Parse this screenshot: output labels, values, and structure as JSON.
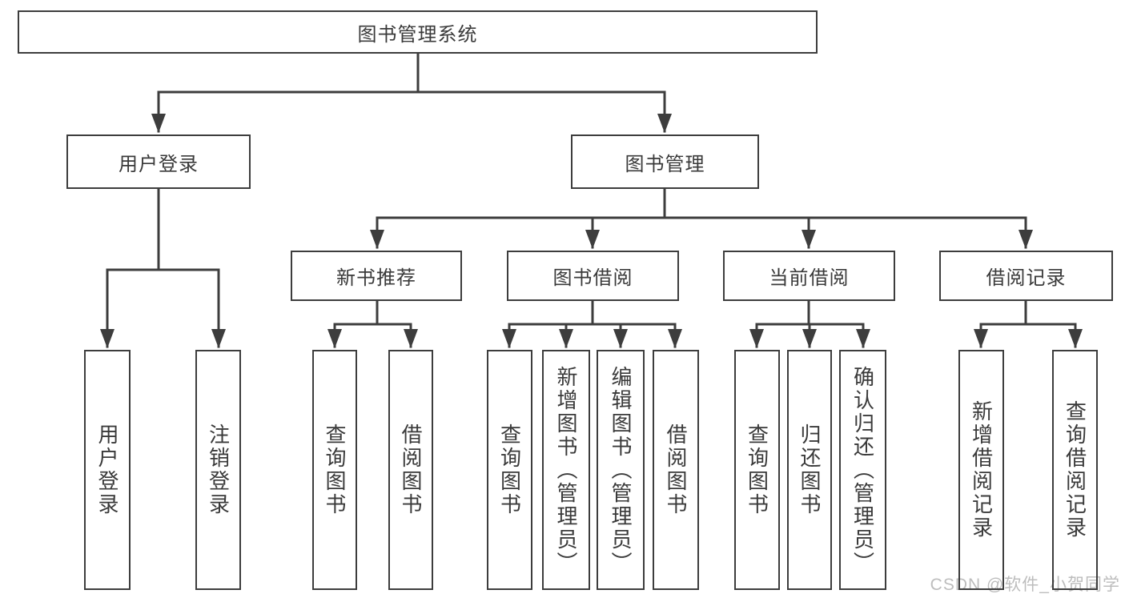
{
  "diagram": {
    "root": {
      "label": "图书管理系统"
    },
    "level2": [
      {
        "label": "用户登录"
      },
      {
        "label": "图书管理"
      }
    ],
    "level3": [
      {
        "label": "新书推荐"
      },
      {
        "label": "图书借阅"
      },
      {
        "label": "当前借阅"
      },
      {
        "label": "借阅记录"
      }
    ],
    "leaves": {
      "user_login": [
        {
          "label": "用户登录"
        },
        {
          "label": "注销登录"
        }
      ],
      "new_book_rec": [
        {
          "label": "查询图书"
        },
        {
          "label": "借阅图书"
        }
      ],
      "book_borrow": [
        {
          "label": "查询图书"
        },
        {
          "label": "新增图书（管理员）"
        },
        {
          "label": "编辑图书（管理员）"
        },
        {
          "label": "借阅图书"
        }
      ],
      "current_borrow": [
        {
          "label": "查询图书"
        },
        {
          "label": "归还图书"
        },
        {
          "label": "确认归还（管理员）"
        }
      ],
      "borrow_records": [
        {
          "label": "新增借阅记录"
        },
        {
          "label": "查询借阅记录"
        }
      ]
    }
  },
  "watermark": {
    "text": "CSDN @软件_小贺同学"
  },
  "colors": {
    "line": "#3d3d3d",
    "text": "#3a3a3a",
    "box_background": "#ffffff",
    "watermark": "#bdbdbd"
  }
}
